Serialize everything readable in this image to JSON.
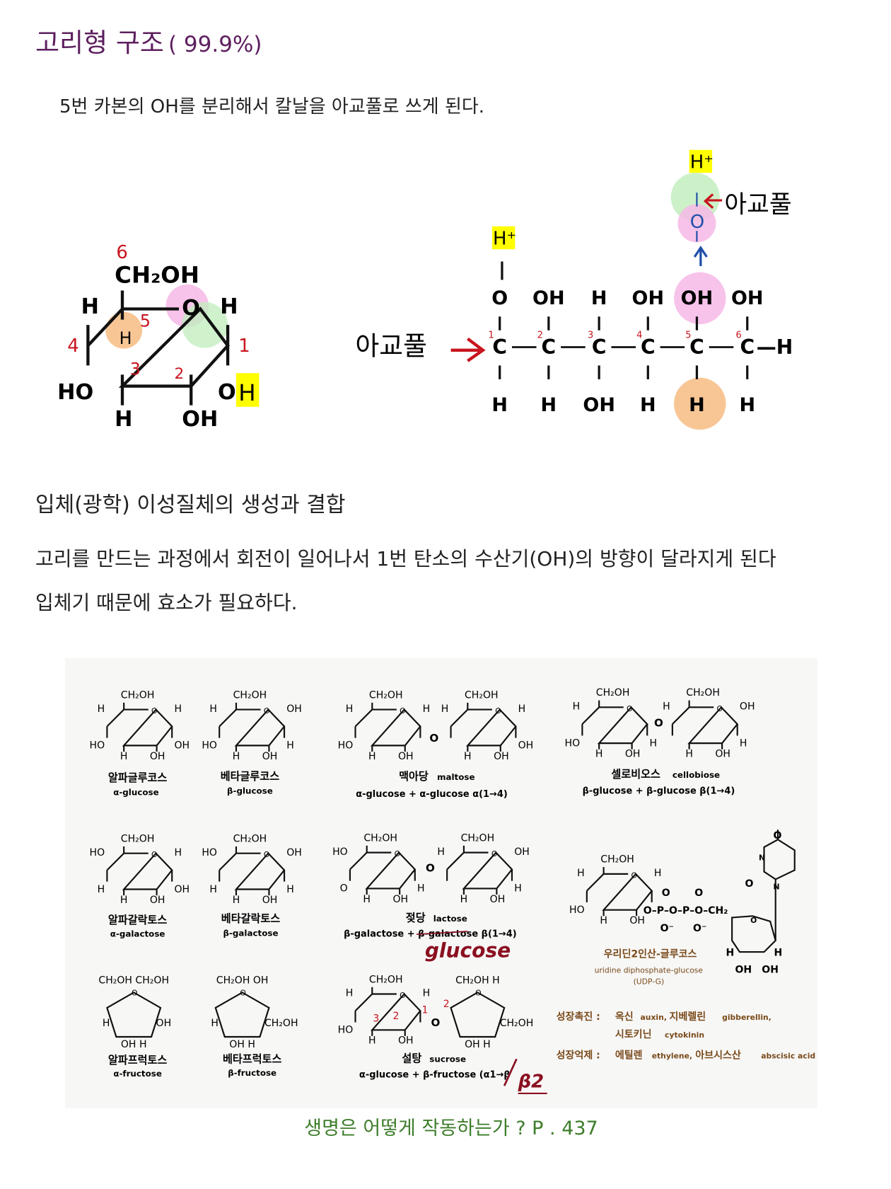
{
  "title": {
    "main": "고리형 구조",
    "percent": "( 99.9%)"
  },
  "subtitle": "5번 카본의 OH를 분리해서 칼날을 아교풀로 쓰게 된다.",
  "ring_diagram": {
    "carbon6": "6",
    "ch2oh": "CH₂OH",
    "h_left_top": "H",
    "c5": "5",
    "h_circled": "H",
    "o_ring": "O",
    "h_right_top": "H",
    "c4": "4",
    "c1": "1",
    "c3": "3",
    "c2": "2",
    "ho": "HO",
    "oh_o": "O",
    "oh_h": "H",
    "h_bottom": "H",
    "oh_bottom": "OH"
  },
  "chain_diagram": {
    "glue_left": "아교풀",
    "h_plus_left": "H⁺",
    "top_row": [
      "O",
      "OH",
      "H",
      "OH",
      "OH",
      "OH"
    ],
    "carbon": "C",
    "numbers": [
      "1",
      "2",
      "3",
      "4",
      "5",
      "6"
    ],
    "end_h": "—H",
    "bottom_row": [
      "H",
      "H",
      "OH",
      "H",
      "H",
      "H"
    ],
    "h_plus_top": "H⁺",
    "o_detached": "O",
    "glue_right": "아교풀"
  },
  "section_heading": "입체(광학) 이성질체의 생성과 결합",
  "paragraph_lines": [
    "고리를 만드는 과정에서 회전이 일어나서 1번 탄소의 수산기(OH)의 방향이 달라지게 된다",
    "입체기 때문에 효소가 필요하다."
  ],
  "figure": {
    "molecules": [
      {
        "labels": {
          "top": "CH₂OH",
          "ul": "H",
          "ur": "H",
          "ll": "HO",
          "lr": "OH",
          "bl": "H",
          "br": "OH"
        },
        "name_ko": "알파글루코스",
        "name_en": "α-glucose"
      },
      {
        "labels": {
          "top": "CH₂OH",
          "ul": "H",
          "ur": "OH",
          "ll": "HO",
          "lr": "H",
          "bl": "H",
          "br": "OH"
        },
        "name_ko": "베타글루코스",
        "name_en": "β-glucose"
      },
      {
        "labels": {
          "top": "CH₂OH",
          "ul": "H",
          "ur": "H",
          "ll": "HO",
          "lr": "",
          "bl": "H",
          "br": "OH"
        }
      },
      {
        "labels": {
          "top": "CH₂OH",
          "ul": "H",
          "ur": "H",
          "ll": "",
          "lr": "OH",
          "bl": "H",
          "br": "OH"
        }
      },
      {
        "labels": {
          "top": "CH₂OH",
          "ul": "H",
          "ur": "",
          "ll": "HO",
          "lr": "H",
          "bl": "H",
          "br": "OH"
        }
      },
      {
        "labels": {
          "top": "CH₂OH",
          "ul": "H",
          "ur": "OH",
          "ll": "",
          "lr": "H",
          "bl": "H",
          "br": "OH"
        }
      },
      {
        "labels": {
          "top": "CH₂OH",
          "ul": "HO",
          "ur": "H",
          "ll": "H",
          "lr": "OH",
          "bl": "H",
          "br": "OH"
        },
        "name_ko": "알파갈락토스",
        "name_en": "α-galactose"
      },
      {
        "labels": {
          "top": "CH₂OH",
          "ul": "HO",
          "ur": "OH",
          "ll": "H",
          "lr": "H",
          "bl": "H",
          "br": "OH"
        },
        "name_ko": "베타갈락토스",
        "name_en": "β-galactose"
      },
      {
        "labels": {
          "top": "CH₂OH",
          "ul": "HO",
          "ur": "",
          "ll": "O",
          "lr": "H",
          "bl": "H",
          "br": "OH"
        }
      },
      {
        "labels": {
          "top": "CH₂OH",
          "ul": "H",
          "ur": "OH",
          "ll": "",
          "lr": "H",
          "bl": "H",
          "br": "OH"
        }
      },
      {
        "labels": {
          "top": "CH₂OH",
          "ul": "H",
          "ur": "H",
          "ll": "HO",
          "lr": "",
          "bl": "H",
          "br": "OH"
        }
      },
      {
        "labels": {
          "top": "CH₂OH",
          "ul": "H",
          "ur": "H",
          "ll": "HO",
          "lr": "",
          "bl": "H",
          "br": "OH"
        }
      }
    ],
    "bridge_o": "O",
    "maltose": {
      "name_ko": "맥아당",
      "name_en": "maltose",
      "formula": "α-glucose + α-glucose   α(1→4)"
    },
    "cellobiose": {
      "name_ko": "셀로비오스",
      "name_en": "cellobiose",
      "formula": "β-glucose + β-glucose    β(1→4)"
    },
    "lactose": {
      "name_ko": "젖당",
      "name_en": "lactose",
      "formula": "β-galactose + β-galactose   β(1→4)",
      "handwritten": "glucose"
    },
    "udpg": {
      "phosphate": "O–P–O–P–O–CH₂",
      "o_double": "O",
      "o_minus": "O⁻",
      "n": "N",
      "o": "O",
      "h": "H",
      "oh": "OH",
      "name_ko": "우리딘2인산-글루코스",
      "name_en": "uridine diphosphate-glucose",
      "abbr": "(UDP-G)"
    },
    "alpha_fructose": {
      "top": "CH₂OH  CH₂OH",
      "left": "H",
      "right": "OH",
      "bottom": "OH   H",
      "ring_o": "O",
      "name_ko": "알파프럭토스",
      "name_en": "α-fructose"
    },
    "beta_fructose": {
      "top": "CH₂OH   OH",
      "left": "H",
      "right": "CH₂OH",
      "bottom": "OH   H",
      "ring_o": "O",
      "name_ko": "베타프럭토스",
      "name_en": "β-fructose"
    },
    "sucrose": {
      "fru_top": "CH₂OH   H",
      "fru_right": "CH₂OH",
      "fru_bottom": "OH   H",
      "ring_o": "O",
      "name_ko": "설탕",
      "name_en": "sucrose",
      "formula": "α-glucose + β-fructose  (α1→β",
      "handwritten": "β2",
      "hand_numbers": [
        "3",
        "2",
        "1",
        "2"
      ]
    },
    "hormones": {
      "promote_label": "성장촉진 :",
      "promote_1": "옥신",
      "promote_1_en": "auxin,",
      "promote_2": "지베렐린",
      "promote_2_en": "gibberellin,",
      "promote_3": "시토키닌",
      "promote_3_en": "cytokinin",
      "inhibit_label": "성장억제 :",
      "inhibit_1": "에틸렌",
      "inhibit_1_en": "ethylene,",
      "inhibit_2": "아브시스산",
      "inhibit_2_en": "abscisic acid"
    }
  },
  "source_caption": "생명은 어떻게 작동하는가 ? P . 437",
  "colors": {
    "title": "#5d1f5e",
    "caption": "#3d7d2b",
    "red": "#c8141e",
    "yellow": "#ffff00",
    "pink": "#f6b8e6",
    "green": "#bfeebb",
    "orange": "#f7c08a",
    "blue": "#1f4fa8",
    "brown": "#7a4a1a"
  }
}
